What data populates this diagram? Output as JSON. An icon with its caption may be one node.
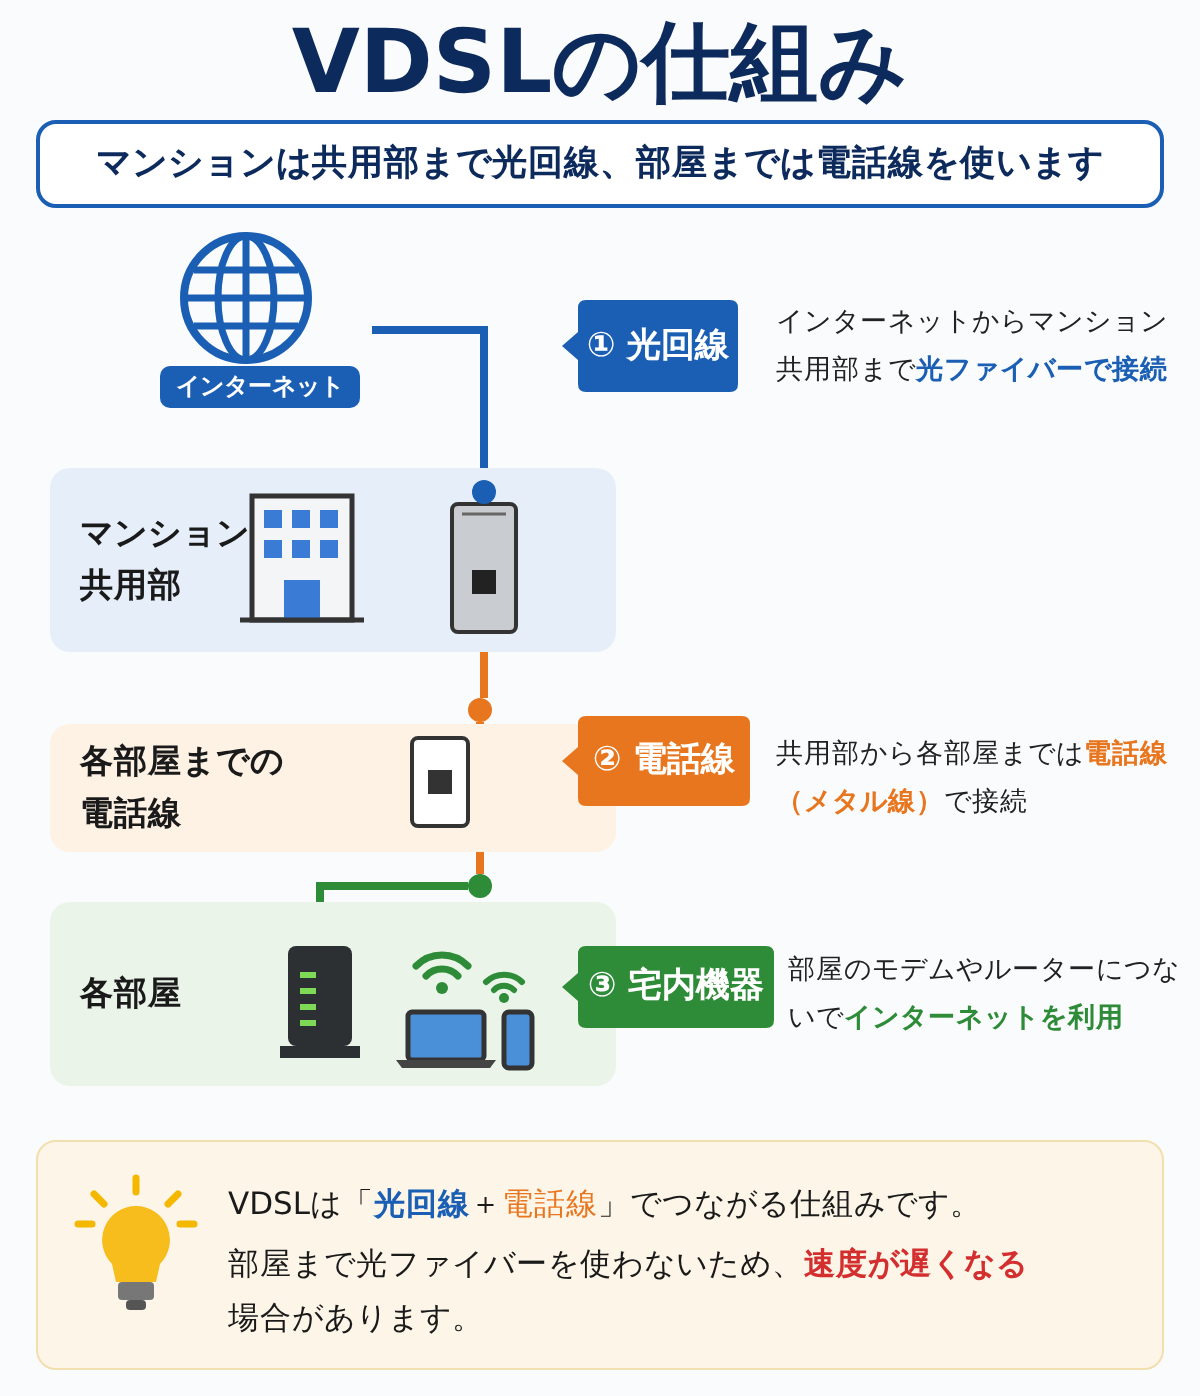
{
  "diagram": {
    "title": "VDSLの仕組み",
    "nodes": [
      {
        "text": [
          "インターネット"
        ]
      },
      {
        "text": [
          "マンションは共用部まで光回線、部屋までは電話線を使います"
        ]
      },
      {
        "text": [
          "① 光回線"
        ],
        "beside": [
          "インターネットからマンション共用部まで**光ファイバーで接続**"
        ]
      },
      {
        "text": [
          "マンション共用部"
        ]
      },
      {
        "text": [],
        "shape": "box",
        "in": 3
      },
      {
        "text": [],
        "shape": "circle"
      },
      {
        "text": [
          "各部屋までの電話線"
        ]
      },
      {
        "text": [],
        "shape": "box",
        "in": 6
      },
      {
        "text": [
          "② 電話線"
        ],
        "beside": [
          "共用部から各部屋までは**電話線（メタル線）**で接続"
        ]
      },
      {
        "text": [],
        "shape": "circle"
      },
      {
        "text": [
          "各部屋"
        ]
      },
      {
        "text": [],
        "shape": "box",
        "in": 10
      },
      {
        "text": [
          "③ 宅内機器"
        ],
        "beside": [
          "部屋のモデムやルーターにつないで**インターネットを利用**"
        ]
      },
      {
        "text": [
          "VDSLは「**光回線**＋*電話線*」でつながる仕組みです。",
          "部屋まで光ファイバーを使わないため、**速度が遅くなる**場合があります。"
        ]
      }
    ],
    "edges": [
      {
        "from": 0,
        "to": 4,
        "arrow": "none",
        "color": "#1a5fb4"
      },
      {
        "from": 4,
        "to": 5,
        "arrow": "none",
        "color": "#e8761f"
      },
      {
        "from": 5,
        "to": 9,
        "arrow": "none",
        "color": "#e8761f"
      },
      {
        "from": 9,
        "to": 11,
        "arrow": "none",
        "color": "#2e8b37"
      }
    ]
  }
}
